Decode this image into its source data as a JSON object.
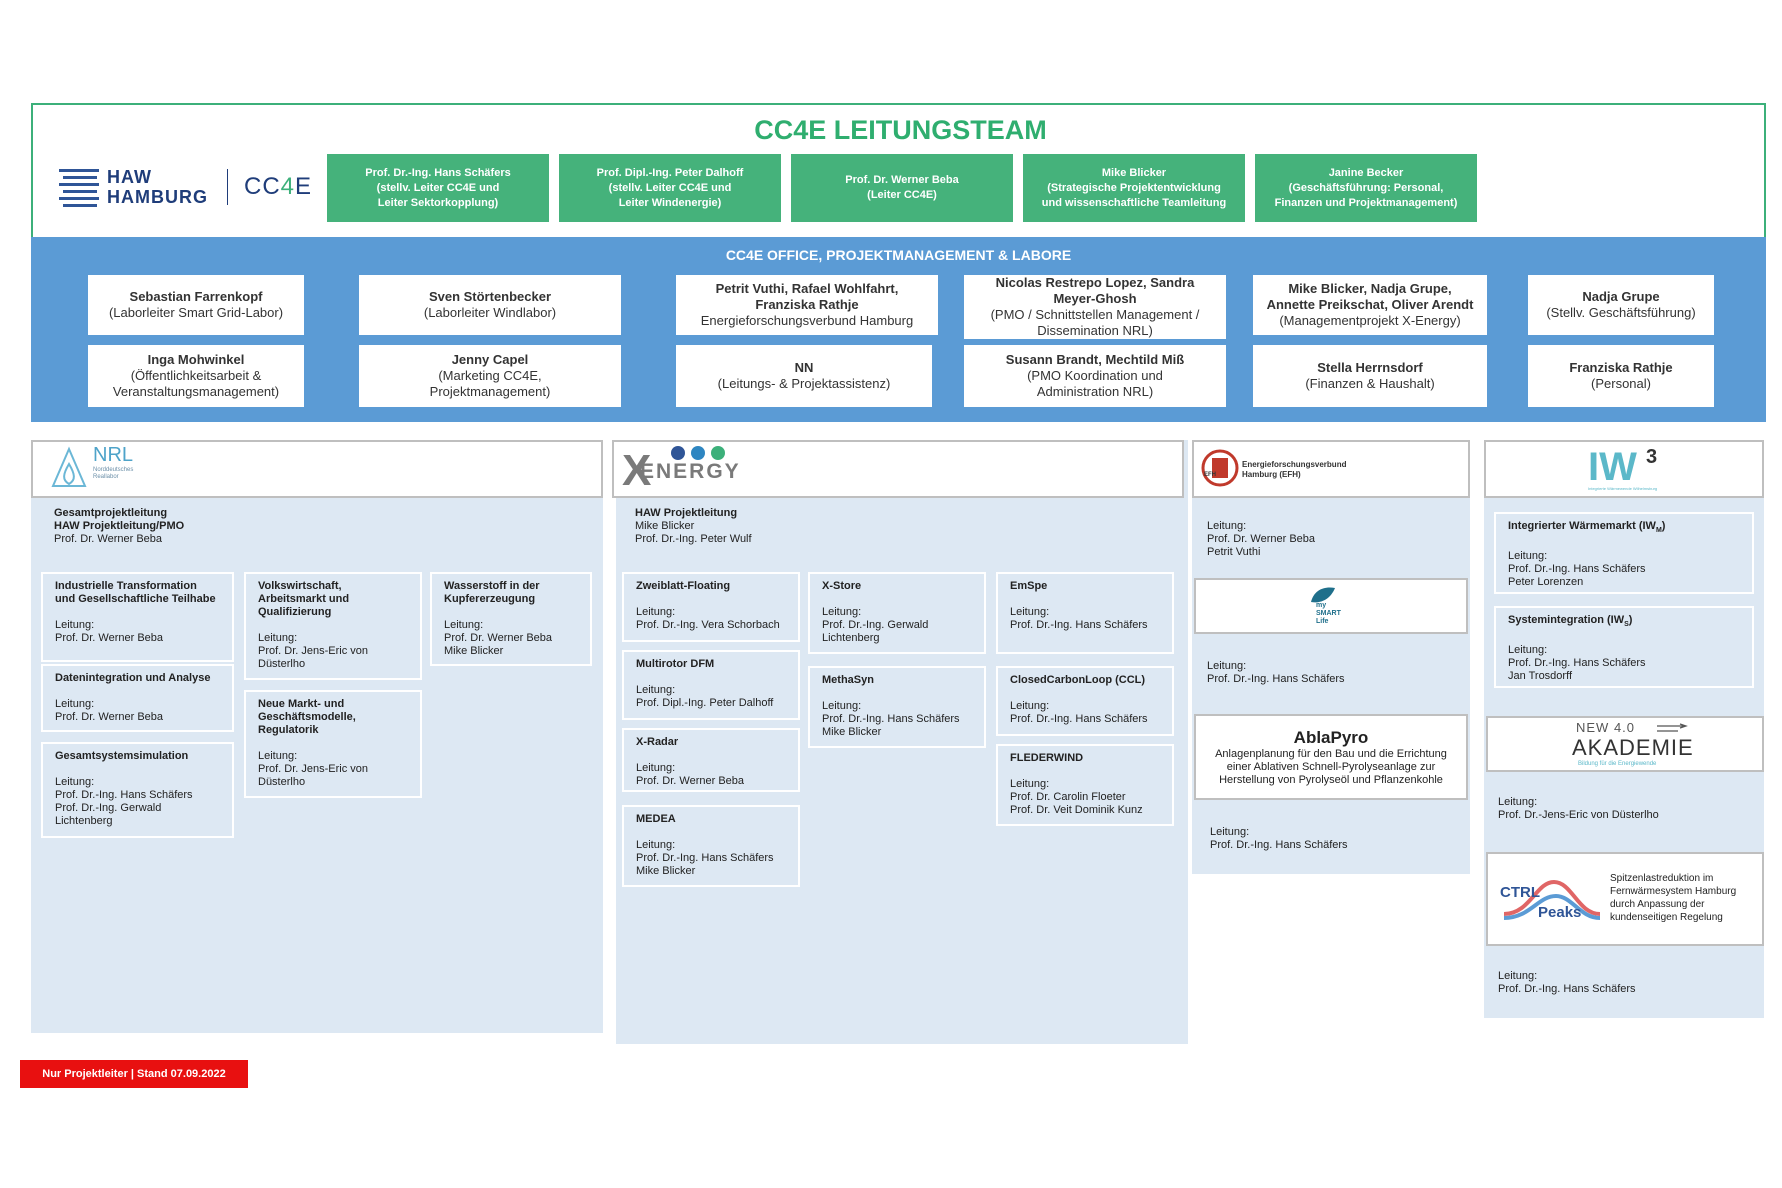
{
  "header": {
    "title": "CC4E LEITUNGSTEAM",
    "logo_haw_line1": "HAW",
    "logo_haw_line2": "HAMBURG",
    "logo_cc4e_a": "CC",
    "logo_cc4e_b": "4",
    "logo_cc4e_c": "E",
    "leaders": [
      {
        "l1": "Prof. Dr.-Ing. Hans Schäfers",
        "l2": "(stellv. Leiter CC4E und",
        "l3": "Leiter Sektorkopplung)"
      },
      {
        "l1": "Prof. Dipl.-Ing. Peter Dalhoff",
        "l2": "(stellv. Leiter CC4E und",
        "l3": "Leiter Windenergie)"
      },
      {
        "l1": "Prof. Dr. Werner Beba",
        "l2": "(Leiter CC4E)",
        "l3": ""
      },
      {
        "l1": "Mike Blicker",
        "l2": "(Strategische Projektentwicklung",
        "l3": "und wissenschaftliche Teamleitung"
      },
      {
        "l1": "Janine Becker",
        "l2": "(Geschäftsführung: Personal,",
        "l3": "Finanzen und Projektmanagement)"
      }
    ]
  },
  "office": {
    "title": "CC4E OFFICE, PROJEKTMANAGEMENT & LABORE",
    "row1": [
      {
        "name": "Sebastian Farrenkopf",
        "n2": "",
        "r1": "(Laborleiter Smart Grid-Labor)",
        "r2": ""
      },
      {
        "name": "Sven Störtenbecker",
        "n2": "",
        "r1": "(Laborleiter Windlabor)",
        "r2": ""
      },
      {
        "name": "Petrit Vuthi, Rafael Wohlfahrt,",
        "n2": "Franziska Rathje",
        "r1": "Energieforschungsverbund Hamburg",
        "r2": ""
      },
      {
        "name": "Nicolas Restrepo Lopez, Sandra",
        "n2": "Meyer-Ghosh",
        "r1": "(PMO / Schnittstellen Management /",
        "r2": "Dissemination NRL)"
      },
      {
        "name": "Mike Blicker, Nadja Grupe,",
        "n2": "Annette Preikschat, Oliver Arendt",
        "r1": "(Managementprojekt X-Energy)",
        "r2": ""
      },
      {
        "name": "Nadja Grupe",
        "n2": "",
        "r1": "(Stellv. Geschäftsführung)",
        "r2": ""
      }
    ],
    "row2": [
      {
        "name": "Inga Mohwinkel",
        "n2": "",
        "r1": "(Öffentlichkeitsarbeit &",
        "r2": "Veranstaltungsmanagement)"
      },
      {
        "name": "Jenny Capel",
        "n2": "",
        "r1": "(Marketing CC4E,",
        "r2": "Projektmanagement)"
      },
      {
        "name": "NN",
        "n2": "",
        "r1": "(Leitungs- & Projektassistenz)",
        "r2": ""
      },
      {
        "name": "Susann Brandt, Mechtild Miß",
        "n2": "",
        "r1": "(PMO Koordination und",
        "r2": "Administration NRL)"
      },
      {
        "name": "Stella Herrnsdorf",
        "n2": "",
        "r1": "(Finanzen & Haushalt)",
        "r2": ""
      },
      {
        "name": "Franziska Rathje",
        "n2": "",
        "r1": "(Personal)",
        "r2": ""
      }
    ]
  },
  "nrl": {
    "logo": "NRL",
    "logo_sub1": "Norddeutsches",
    "logo_sub2": "Reallabor",
    "head_t1": "Gesamtprojektleitung",
    "head_t2": "HAW Projektleitung/PMO",
    "head_p": "Prof. Dr. Werner Beba",
    "boxes": [
      {
        "t1": "Industrielle Transformation",
        "t2": "und Gesellschaftliche Teilhabe",
        "t3": "",
        "lbl": "Leitung:",
        "p1": "Prof. Dr. Werner Beba",
        "p2": "",
        "p3": ""
      },
      {
        "t1": "Datenintegration und Analyse",
        "t2": "",
        "t3": "",
        "lbl": "Leitung:",
        "p1": "Prof. Dr. Werner Beba",
        "p2": "",
        "p3": ""
      },
      {
        "t1": "Gesamtsystemsimulation",
        "t2": "",
        "t3": "",
        "lbl": "Leitung:",
        "p1": "Prof. Dr.-Ing. Hans Schäfers",
        "p2": "Prof. Dr.-Ing. Gerwald",
        "p3": "Lichtenberg"
      },
      {
        "t1": "Volkswirtschaft,",
        "t2": "Arbeitsmarkt und",
        "t3": "Qualifizierung",
        "lbl": "Leitung:",
        "p1": "Prof. Dr. Jens-Eric von",
        "p2": "Düsterlho",
        "p3": ""
      },
      {
        "t1": "Neue Markt- und",
        "t2": "Geschäftsmodelle,",
        "t3": "Regulatorik",
        "lbl": "Leitung:",
        "p1": "Prof. Dr. Jens-Eric von",
        "p2": "Düsterlho",
        "p3": ""
      },
      {
        "t1": "Wasserstoff in der",
        "t2": "Kupfererzeugung",
        "t3": "",
        "lbl": "Leitung:",
        "p1": "Prof. Dr. Werner Beba",
        "p2": "Mike Blicker",
        "p3": ""
      }
    ]
  },
  "xenergy": {
    "logo": "ENERGY",
    "logo_x": "X",
    "head_t": "HAW Projektleitung",
    "head_p1": "Mike Blicker",
    "head_p2": "Prof. Dr.-Ing. Peter Wulf",
    "boxes": [
      {
        "t": "Zweiblatt-Floating",
        "lbl": "Leitung:",
        "p1": "Prof. Dr.-Ing. Vera Schorbach",
        "p2": ""
      },
      {
        "t": "Multirotor DFM",
        "lbl": "Leitung:",
        "p1": "Prof. Dipl.-Ing. Peter Dalhoff",
        "p2": ""
      },
      {
        "t": "X-Radar",
        "lbl": "Leitung:",
        "p1": "Prof. Dr. Werner Beba",
        "p2": ""
      },
      {
        "t": "MEDEA",
        "lbl": "Leitung:",
        "p1": "Prof. Dr.-Ing. Hans Schäfers",
        "p2": "Mike Blicker"
      },
      {
        "t": "X-Store",
        "lbl": "Leitung:",
        "p1": "Prof. Dr.-Ing. Gerwald",
        "p2": "Lichtenberg"
      },
      {
        "t": "MethaSyn",
        "lbl": "Leitung:",
        "p1": "Prof. Dr.-Ing. Hans Schäfers",
        "p2": "Mike Blicker"
      },
      {
        "t": "EmSpe",
        "lbl": "Leitung:",
        "p1": "Prof. Dr.-Ing. Hans Schäfers",
        "p2": ""
      },
      {
        "t": "ClosedCarbonLoop (CCL)",
        "lbl": "Leitung:",
        "p1": "Prof. Dr.-Ing. Hans Schäfers",
        "p2": ""
      },
      {
        "t": "FLEDERWIND",
        "lbl": "Leitung:",
        "p1": "Prof. Dr. Carolin Floeter",
        "p2": "Prof. Dr. Veit Dominik Kunz"
      }
    ]
  },
  "efh": {
    "logo_l1": "Energieforschungsverbund",
    "logo_l2": "Hamburg (EFH)",
    "logo_badge": "EFH",
    "lbl": "Leitung:",
    "p1": "Prof. Dr. Werner Beba",
    "p2": "Petrit Vuthi",
    "msl_l1": "my",
    "msl_l2": "SMART",
    "msl_l3": "Life",
    "msl_lbl": "Leitung:",
    "msl_p": "Prof. Dr.-Ing. Hans Schäfers",
    "abla_title": "AblaPyro",
    "abla_d1": "Anlagenplanung für den Bau und die Errichtung",
    "abla_d2": "einer Ablativen Schnell-Pyrolyseanlage zur",
    "abla_d3": "Herstellung von Pyrolyseöl und Pflanzenkohle",
    "abla_lbl": "Leitung:",
    "abla_p": "Prof. Dr.-Ing. Hans Schäfers"
  },
  "iw3": {
    "logo": "IW",
    "logo_sup": "3",
    "logo_sub": "Integrierte Wärmewende Wilhelmsburg",
    "b1_t": "Integrierter Wärmemarkt (IW",
    "b1_sub": "M",
    "b1_close": ")",
    "b1_lbl": "Leitung:",
    "b1_p1": "Prof. Dr.-Ing. Hans Schäfers",
    "b1_p2": "Peter Lorenzen",
    "b2_t": "Systemintegration (IW",
    "b2_sub": "S",
    "b2_close": ")",
    "b2_lbl": "Leitung:",
    "b2_p1": "Prof. Dr.-Ing. Hans Schäfers",
    "b2_p2": "Jan Trosdorff",
    "new_l1": "NEW 4.0",
    "new_l2": "AKADEMIE",
    "new_l3": "Bildung für die Energiewende",
    "new_lbl": "Leitung:",
    "new_p": "Prof. Dr.-Jens-Eric von Düsterlho",
    "ctrl_a": "CTRL",
    "ctrl_b": "Peaks",
    "ctrl_d1": "Spitzenlastreduktion im",
    "ctrl_d2": "Fernwärmesystem Hamburg",
    "ctrl_d3": "durch Anpassung der",
    "ctrl_d4": "kundenseitigen Regelung",
    "ctrl_lbl": "Leitung:",
    "ctrl_p": "Prof. Dr.-Ing. Hans Schäfers"
  },
  "footer": "Nur Projektleiter | Stand 07.09.2022",
  "colors": {
    "green": "#45b27b",
    "blue": "#5b9bd5",
    "pale": "#dde8f3",
    "red": "#e81010"
  }
}
